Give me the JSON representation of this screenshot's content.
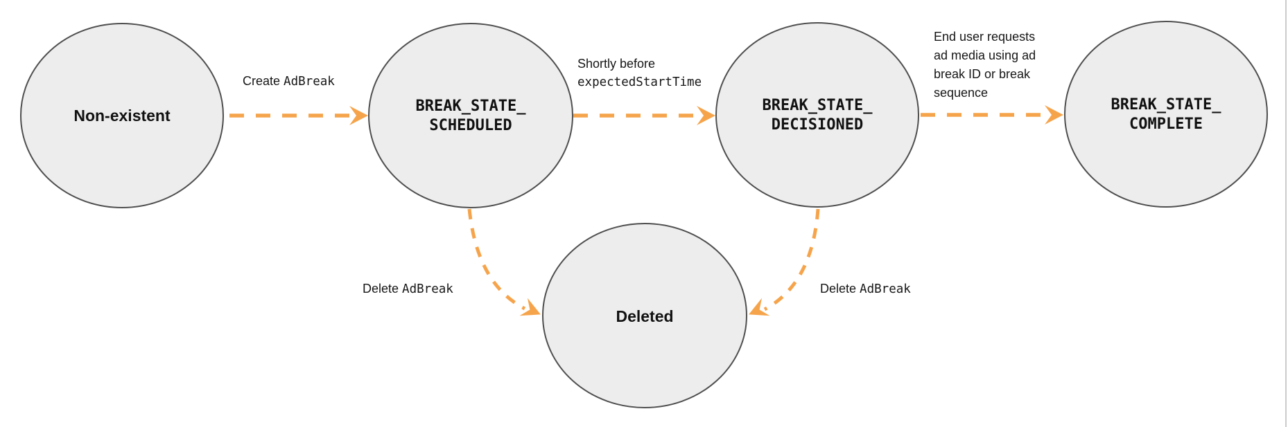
{
  "colors": {
    "node_fill": "#ededed",
    "node_border": "#4f4f4f",
    "arrow": "#f6a44b",
    "label_text": "#111111",
    "page_edge": "#cbcbcb"
  },
  "nodes": [
    {
      "id": "non-existent",
      "label": "Non-existent"
    },
    {
      "id": "break-state-scheduled",
      "label": "BREAK_STATE_\nSCHEDULED"
    },
    {
      "id": "break-state-decisioned",
      "label": "BREAK_STATE_\nDECISIONED"
    },
    {
      "id": "break-state-complete",
      "label": "BREAK_STATE_\nCOMPLETE"
    },
    {
      "id": "deleted",
      "label": "Deleted"
    }
  ],
  "edges": [
    {
      "from": "non-existent",
      "to": "break-state-scheduled",
      "label_text": "Create",
      "label_code": "AdBreak"
    },
    {
      "from": "break-state-scheduled",
      "to": "break-state-decisioned",
      "label_text": "Shortly before",
      "label_code": "expectedStartTime"
    },
    {
      "from": "break-state-decisioned",
      "to": "break-state-complete",
      "label_text": "End user requests\nad media using ad\nbreak ID or break\nsequence"
    },
    {
      "from": "break-state-scheduled",
      "to": "deleted",
      "label_text": "Delete",
      "label_code": "AdBreak"
    },
    {
      "from": "break-state-decisioned",
      "to": "deleted",
      "label_text": "Delete",
      "label_code": "AdBreak"
    }
  ]
}
